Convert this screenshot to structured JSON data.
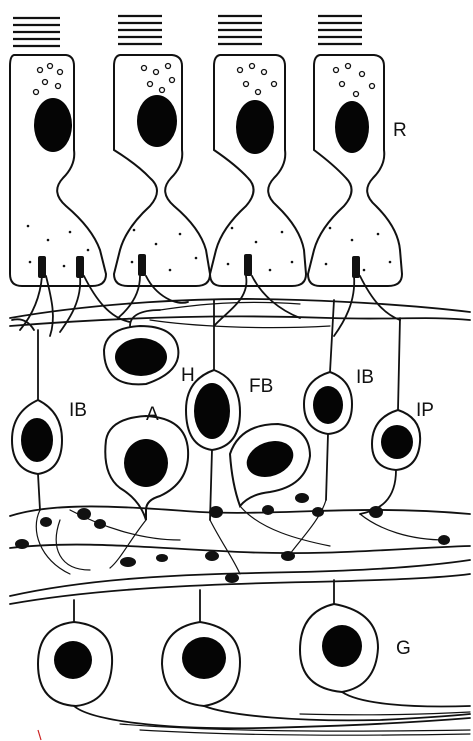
{
  "labels": {
    "photoreceptor": "R",
    "horizontal": "H",
    "flat_bipolar": "FB",
    "invaginating_bipolar_center": "IB",
    "invaginating_bipolar_left": "IB",
    "amacrine": "A",
    "interplexiform": "IP",
    "ganglion": "G"
  },
  "colors": {
    "ink": "#111111",
    "paper": "#ffffff",
    "stray_mark": "#cc2222"
  }
}
